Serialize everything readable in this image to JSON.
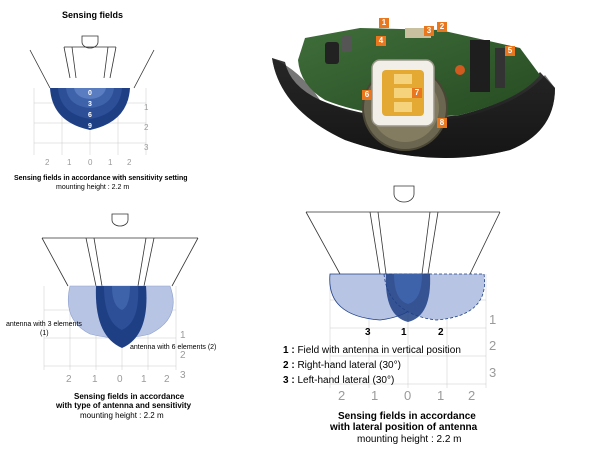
{
  "panel_top_left": {
    "title": "Sensing fields",
    "levels": [
      "0",
      "3",
      "6",
      "9"
    ],
    "grid_x_labels": [
      "2",
      "1",
      "0",
      "1",
      "2"
    ],
    "grid_y_labels": [
      "1",
      "2",
      "3"
    ],
    "caption": "Sensing fields in accordance with sensitivity setting",
    "subcaption": "mounting height : 2.2 m"
  },
  "photo": {
    "callouts": [
      "1",
      "2",
      "3",
      "4",
      "5",
      "6",
      "7",
      "8"
    ]
  },
  "panel_bottom_left": {
    "label_3_elements": "antenna with 3 elements",
    "label_3_elements_num": "(1)",
    "label_6_elements": "antenna with 6 elements (2)",
    "grid_x_labels": [
      "2",
      "1",
      "0",
      "1",
      "2"
    ],
    "grid_y_labels": [
      "1",
      "2",
      "3"
    ],
    "caption_line1": "Sensing fields in accordance",
    "caption_line2": "with type of antenna and sensitivity",
    "subcaption": "mounting height : 2.2 m"
  },
  "panel_bottom_right": {
    "field_labels": [
      "3",
      "1",
      "2"
    ],
    "legend": [
      {
        "num": "1 :",
        "text": "Field with antenna in vertical position"
      },
      {
        "num": "2 :",
        "text": "Right-hand lateral (30°)"
      },
      {
        "num": "3 :",
        "text": "Left-hand lateral (30°)"
      }
    ],
    "grid_x_labels": [
      "2",
      "1",
      "0",
      "1",
      "2"
    ],
    "grid_y_labels": [
      "1",
      "2",
      "3"
    ],
    "caption_line1": "Sensing fields in accordance",
    "caption_line2": "with lateral position of antenna",
    "subcaption": "mounting height : 2.2 m"
  },
  "colors": {
    "dark_blue": "#1f3f85",
    "mid_blue": "#3a5ea8",
    "light_blue": "#b7c4e3",
    "orange": "#e8771e"
  }
}
